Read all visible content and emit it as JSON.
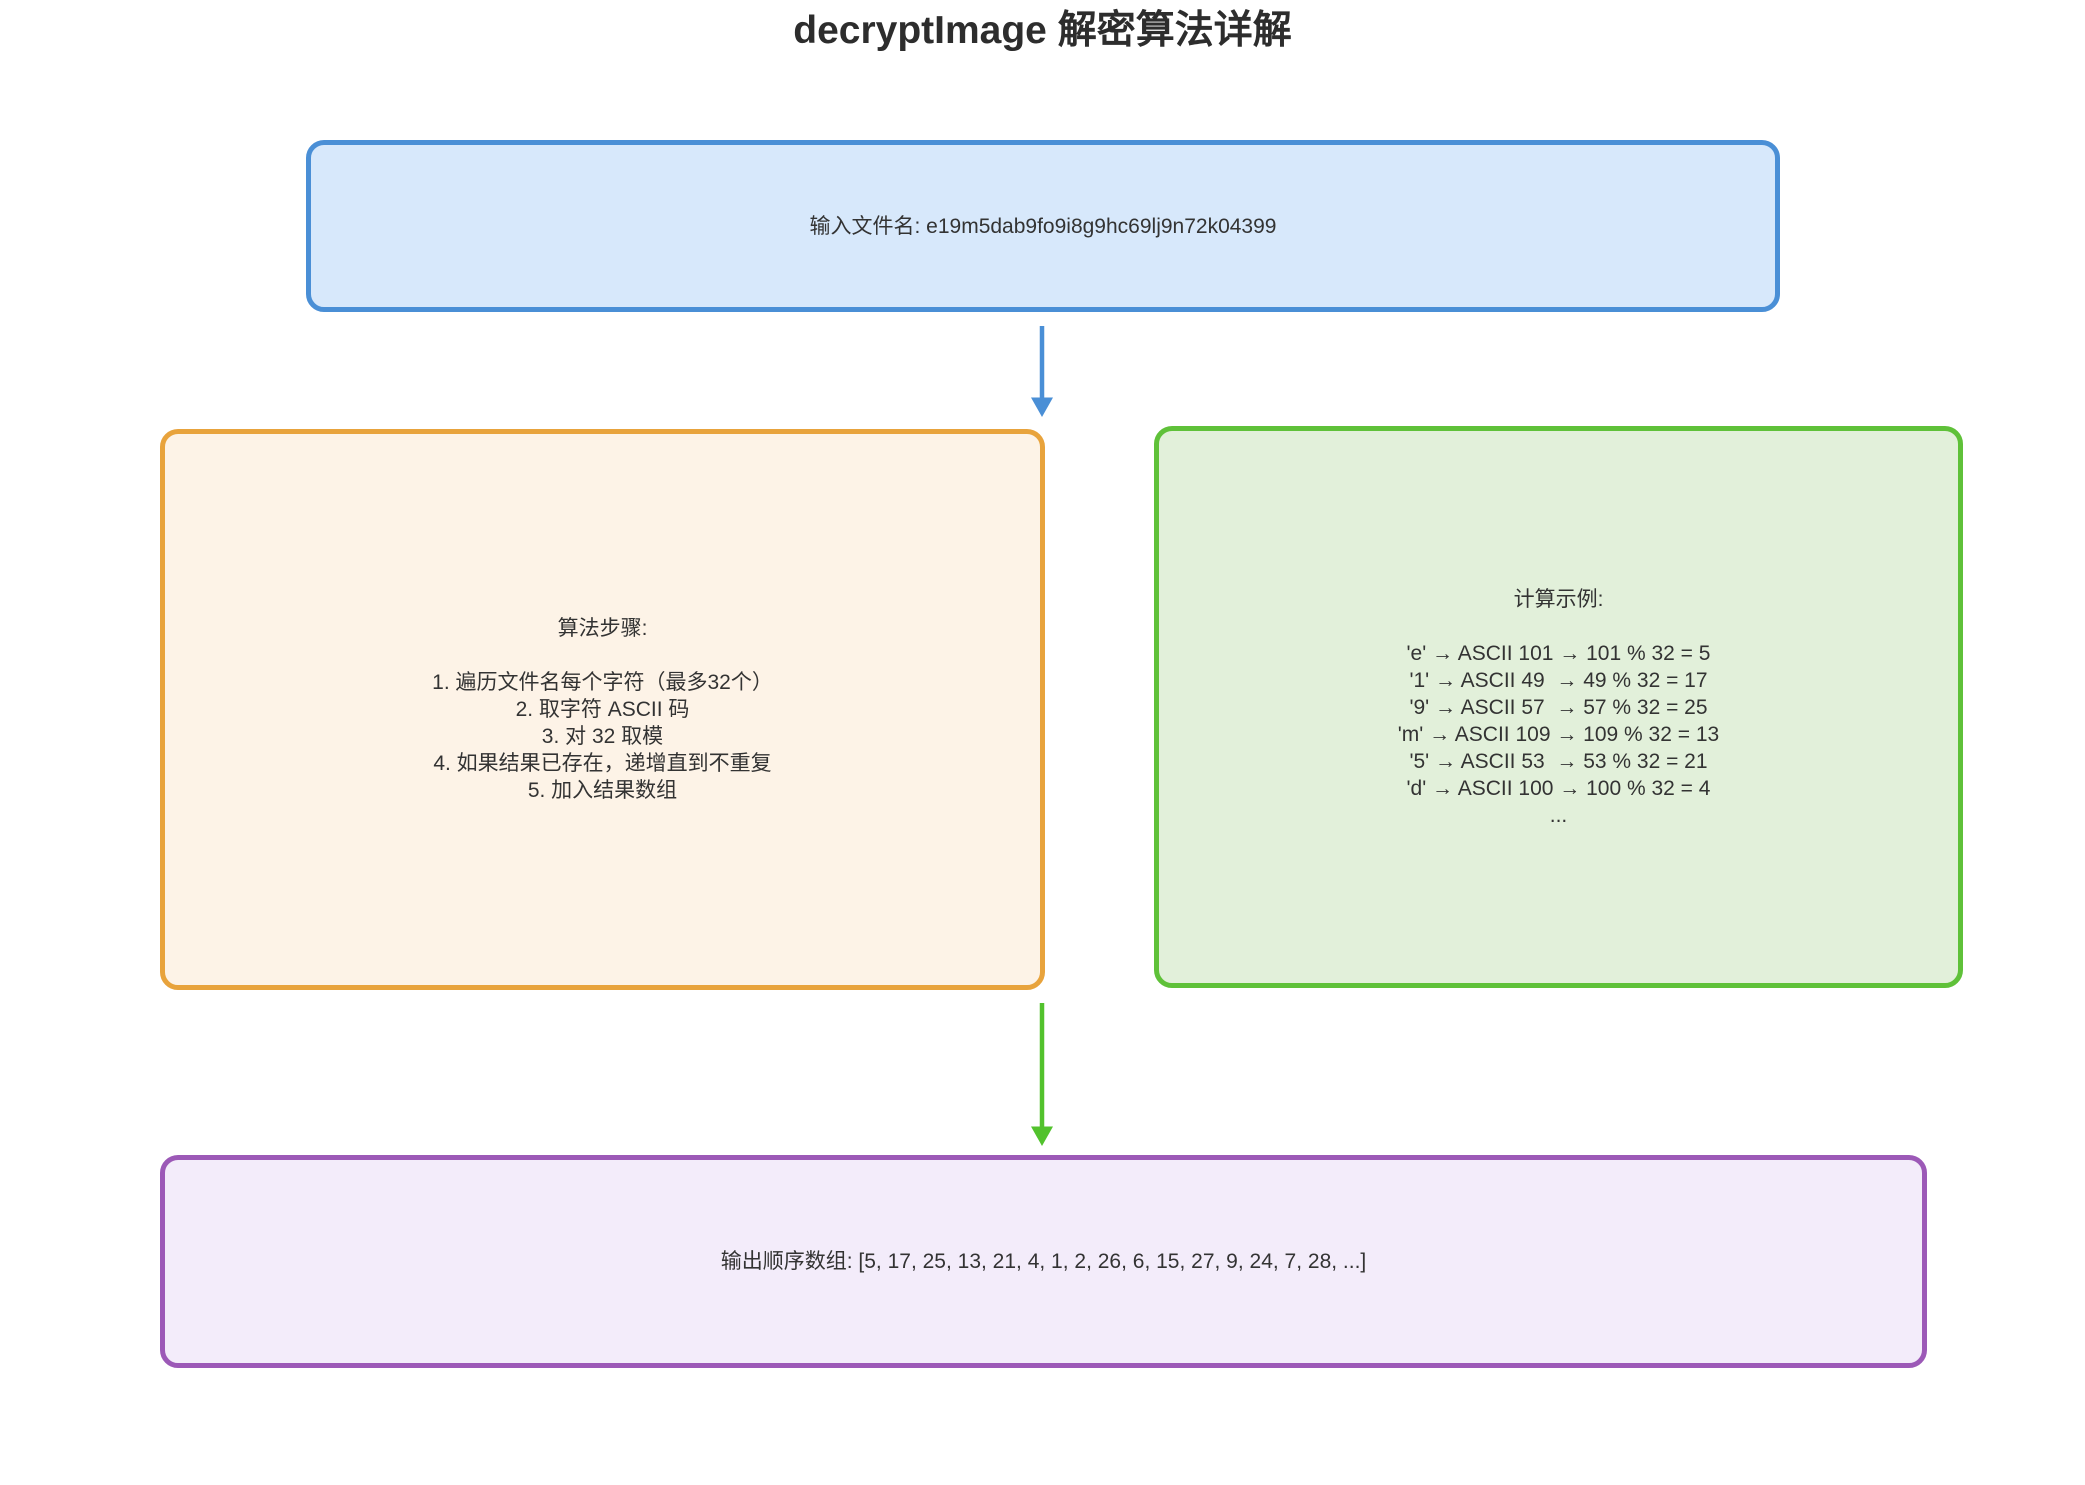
{
  "title": "decryptImage 解密算法详解",
  "input_box": {
    "text": "输入文件名: e19m5dab9fo9i8g9hc69lj9n72k04399"
  },
  "steps_box": {
    "heading": "算法步骤:",
    "lines": [
      "1. 遍历文件名每个字符（最多32个）",
      "2. 取字符 ASCII 码",
      "3. 对 32 取模",
      "4. 如果结果已存在，递增直到不重复",
      "5. 加入结果数组"
    ]
  },
  "example_box": {
    "heading": "计算示例:",
    "lines": [
      "'e' → ASCII 101 → 101 % 32 = 5",
      "'1' → ASCII 49  → 49 % 32 = 17",
      "'9' → ASCII 57  → 57 % 32 = 25",
      "'m' → ASCII 109 → 109 % 32 = 13",
      "'5' → ASCII 53  → 53 % 32 = 21",
      "'d' → ASCII 100 → 100 % 32 = 4",
      "..."
    ]
  },
  "output_box": {
    "text": "输出顺序数组: [5, 17, 25, 13, 21, 4, 1, 2, 26, 6, 15, 27, 9, 24, 7, 28, ...]"
  },
  "colors": {
    "input_border": "#4a8fd6",
    "input_fill": "#d7e8fb",
    "steps_border": "#e8a33c",
    "steps_fill": "#fdf3e7",
    "example_border": "#5fc139",
    "example_fill": "#e2f0da",
    "output_border": "#9c59b7",
    "output_fill": "#f3ecfa",
    "arrow_blue": "#4a8fd6",
    "arrow_green": "#52c22d",
    "text": "#333333"
  }
}
